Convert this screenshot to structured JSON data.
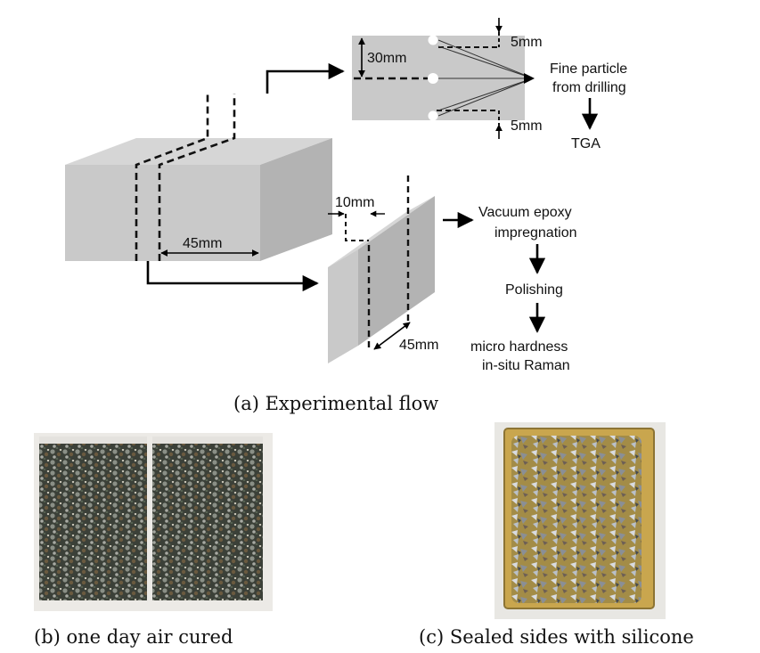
{
  "diagram": {
    "dim_30mm": "30mm",
    "dim_5mm_top": "5mm",
    "dim_5mm_bottom": "5mm",
    "fine_particle_line1": "Fine particle",
    "fine_particle_line2": "from drilling",
    "tga": "TGA",
    "dim_45mm_block": "45mm",
    "dim_10mm": "10mm",
    "dim_45mm_slice": "45mm",
    "vacuum_line1": "Vacuum epoxy",
    "vacuum_line2": "impregnation",
    "polishing": "Polishing",
    "micro_line1": "micro hardness",
    "micro_line2": "in-situ Raman"
  },
  "captions": {
    "a": "(a) Experimental flow",
    "b": "(b) one day air cured",
    "c": "(c) Sealed sides with silicone"
  },
  "colors": {
    "block_front": "#c9c9c9",
    "block_top": "#d6d6d6",
    "block_side": "#b3b3b3",
    "sample_bg": "#1e2a23",
    "amber": "#c9a64e"
  }
}
